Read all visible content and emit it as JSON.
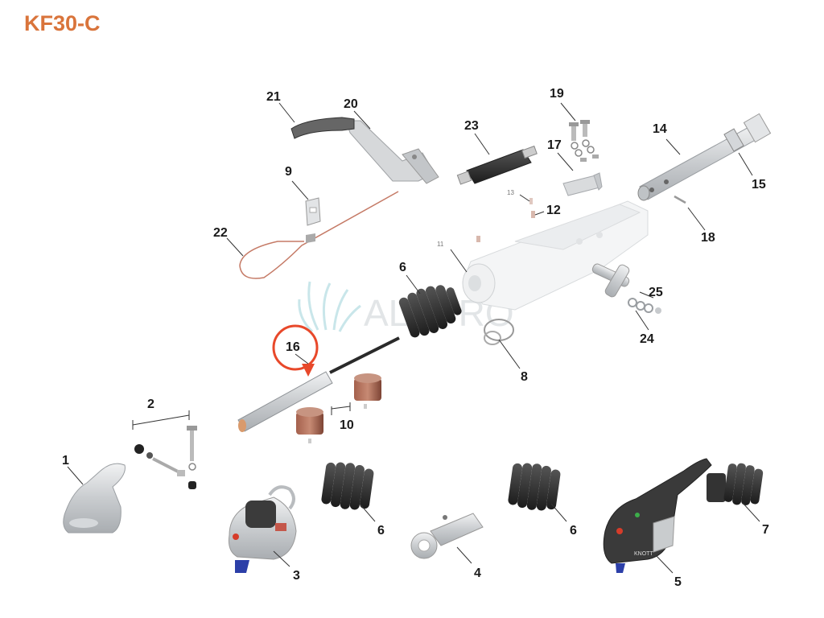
{
  "title": "KF30-C",
  "watermark": "ALAPRO",
  "watermark_mark": "®",
  "highlight_color": "#e8482a",
  "callouts": {
    "p1": "1",
    "p2": "2",
    "p3": "3",
    "p4": "4",
    "p5": "5",
    "p6a": "6",
    "p6b": "6",
    "p6c": "6",
    "p7": "7",
    "p8": "8",
    "p9": "9",
    "p10": "10",
    "p11": "11",
    "p12": "12",
    "p13": "13",
    "p14": "14",
    "p15": "15",
    "p16": "16",
    "p17": "17",
    "p18": "18",
    "p19": "19",
    "p20": "20",
    "p21": "21",
    "p22": "22",
    "p23": "23",
    "p24": "24",
    "p25": "25"
  },
  "brand_text_part5": "KNOTT"
}
